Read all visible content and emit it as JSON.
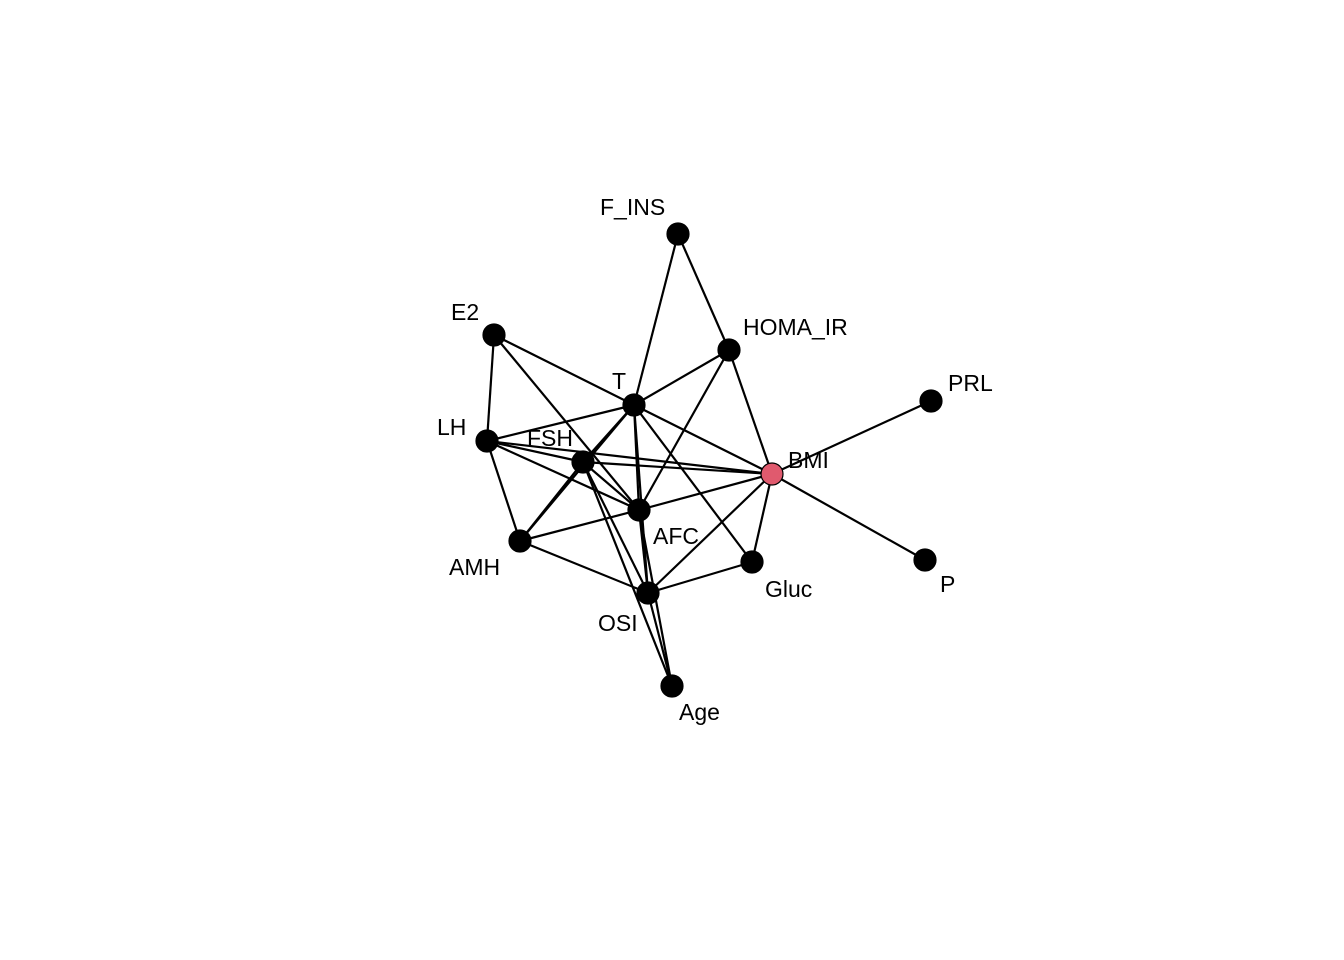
{
  "colors": {
    "default_node": "#000000",
    "highlight_node": "#e05a6e",
    "edge": "#000000",
    "background": "#ffffff"
  },
  "graph": {
    "nodes": [
      {
        "id": "F_INS",
        "label": "F_INS"
      },
      {
        "id": "E2",
        "label": "E2"
      },
      {
        "id": "HOMA_IR",
        "label": "HOMA_IR"
      },
      {
        "id": "PRL",
        "label": "PRL"
      },
      {
        "id": "T",
        "label": "T"
      },
      {
        "id": "LH",
        "label": "LH"
      },
      {
        "id": "FSH",
        "label": "FSH"
      },
      {
        "id": "BMI",
        "label": "BMI",
        "highlighted": true
      },
      {
        "id": "AFC",
        "label": "AFC"
      },
      {
        "id": "AMH",
        "label": "AMH"
      },
      {
        "id": "Gluc",
        "label": "Gluc"
      },
      {
        "id": "P",
        "label": "P"
      },
      {
        "id": "OSI",
        "label": "OSI"
      },
      {
        "id": "Age",
        "label": "Age"
      }
    ],
    "edges": [
      [
        "F_INS",
        "T"
      ],
      [
        "F_INS",
        "HOMA_IR"
      ],
      [
        "E2",
        "LH"
      ],
      [
        "E2",
        "T"
      ],
      [
        "E2",
        "AFC"
      ],
      [
        "HOMA_IR",
        "T"
      ],
      [
        "HOMA_IR",
        "BMI"
      ],
      [
        "HOMA_IR",
        "AFC"
      ],
      [
        "PRL",
        "BMI"
      ],
      [
        "T",
        "LH"
      ],
      [
        "T",
        "FSH"
      ],
      [
        "T",
        "AFC"
      ],
      [
        "T",
        "BMI"
      ],
      [
        "T",
        "Gluc"
      ],
      [
        "T",
        "OSI"
      ],
      [
        "T",
        "AMH"
      ],
      [
        "LH",
        "FSH"
      ],
      [
        "LH",
        "AFC"
      ],
      [
        "LH",
        "AMH"
      ],
      [
        "LH",
        "BMI"
      ],
      [
        "FSH",
        "BMI"
      ],
      [
        "FSH",
        "AMH"
      ],
      [
        "FSH",
        "OSI"
      ],
      [
        "FSH",
        "Age"
      ],
      [
        "FSH",
        "AFC"
      ],
      [
        "BMI",
        "AFC"
      ],
      [
        "BMI",
        "Gluc"
      ],
      [
        "BMI",
        "P"
      ],
      [
        "BMI",
        "OSI"
      ],
      [
        "AFC",
        "AMH"
      ],
      [
        "AFC",
        "OSI"
      ],
      [
        "AFC",
        "Age"
      ],
      [
        "AMH",
        "OSI"
      ],
      [
        "Gluc",
        "OSI"
      ],
      [
        "OSI",
        "Age"
      ]
    ]
  }
}
